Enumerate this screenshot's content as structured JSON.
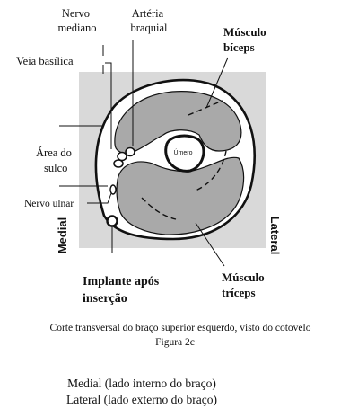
{
  "labels": {
    "nervo_mediano": [
      "Nervo",
      "mediano"
    ],
    "arteria_braquial": [
      "Artéria",
      "braquial"
    ],
    "musculo_biceps": [
      "Músculo",
      "bíceps"
    ],
    "veia_basilica": "Veia basílica",
    "area_do_sulco": [
      "Área do",
      "sulco"
    ],
    "umero": "Úmero",
    "nervo_ulnar": "Nervo ulnar",
    "medial": "Medial",
    "lateral": "Lateral",
    "implante": [
      "Implante após",
      "inserção"
    ],
    "musculo_triceps": [
      "Músculo",
      "tríceps"
    ]
  },
  "caption": {
    "line1": "Corte transversal do braço superior esquerdo, visto do cotovelo",
    "line2": "Figura 2c"
  },
  "legend": {
    "medial": "Medial (lado interno do braço)",
    "lateral": "Lateral (lado externo do braço)"
  },
  "colors": {
    "background_box": "#d8d8d8",
    "muscle": "#a9a9a9",
    "outline": "#111111"
  }
}
